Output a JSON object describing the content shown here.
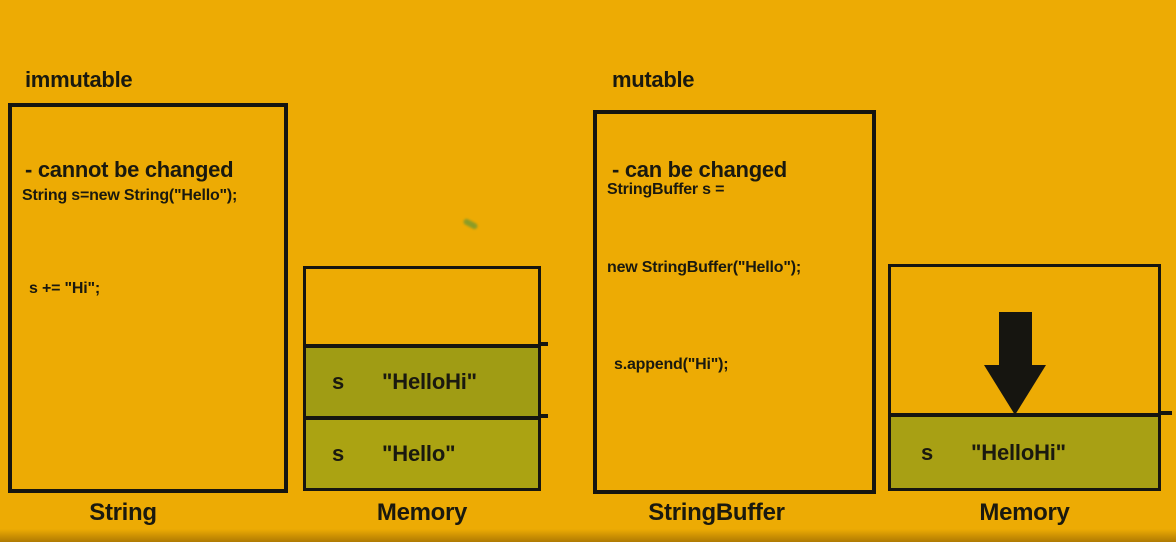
{
  "colors": {
    "background": "#EDAB04",
    "ink": "#161510",
    "row_olive_dark": "#A09C14",
    "row_olive_light": "#ABA312",
    "row_olive_right": "#A8A014"
  },
  "left": {
    "title": "immutable",
    "subtitle": "- cannot be changed",
    "code": {
      "lines": [
        "String s=new String(\"Hello\");",
        "s += \"Hi\";"
      ],
      "caption": "String"
    },
    "memory": {
      "caption": "Memory",
      "rows": [
        {
          "name": "s",
          "value": "\"HelloHi\""
        },
        {
          "name": "s",
          "value": "\"Hello\""
        }
      ]
    }
  },
  "right": {
    "title": "mutable",
    "subtitle": "- can be changed",
    "code": {
      "lines": [
        "StringBuffer s =",
        "new StringBuffer(\"Hello\");",
        "s.append(\"Hi\");"
      ],
      "caption": "StringBuffer"
    },
    "memory": {
      "caption": "Memory",
      "pointer_icon": "down-arrow",
      "rows": [
        {
          "name": "s",
          "value": "\"HelloHi\""
        }
      ]
    }
  }
}
